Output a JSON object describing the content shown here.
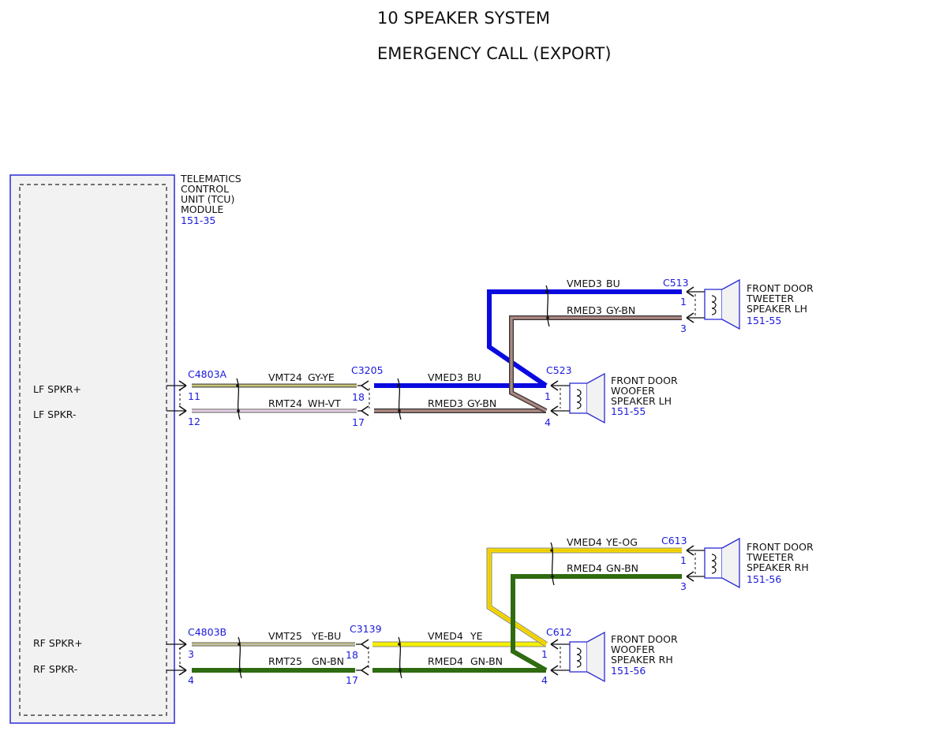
{
  "title": {
    "line1": "10 SPEAKER SYSTEM",
    "line2": "EMERGENCY CALL (EXPORT)"
  },
  "module": {
    "name_lines": [
      "TELEMATICS",
      "CONTROL",
      "UNIT (TCU)",
      "MODULE"
    ],
    "ref": "151-35",
    "pins": [
      "LF SPKR+",
      "LF SPKR-",
      "RF SPKR+",
      "RF SPKR-"
    ]
  },
  "colors": {
    "module_border": "#2b2bd6",
    "connector_label": "#1a1adc",
    "BU": "#0a0ae0",
    "GY-BN": "#8a6f6a",
    "GY-YE": "#a8a86a",
    "WH-VT": "#e8c8e8",
    "YE": "#f5f000",
    "YE-BU": "#e8e050",
    "YE-OG": "#f5e000",
    "GN-BN": "#2f6b10"
  },
  "lf": {
    "conn1": {
      "name": "C4803A",
      "pin_pos": "11",
      "pin_neg": "12"
    },
    "wire1_pos": {
      "circuit": "VMT24",
      "color": "GY-YE"
    },
    "wire1_neg": {
      "circuit": "RMT24",
      "color": "WH-VT"
    },
    "conn2": {
      "name": "C3205",
      "pin_pos": "18",
      "pin_neg": "17"
    },
    "wire2_pos": {
      "circuit": "VMED3",
      "color": "BU"
    },
    "wire2_neg": {
      "circuit": "RMED3",
      "color": "GY-BN"
    },
    "woofer_conn": {
      "name": "C523",
      "pin_pos": "1",
      "pin_neg": "4"
    },
    "woofer": {
      "lines": [
        "FRONT DOOR",
        "WOOFER",
        "SPEAKER LH"
      ],
      "ref": "151-55"
    },
    "tweeter_wire_pos": {
      "circuit": "VMED3",
      "color": "BU"
    },
    "tweeter_wire_neg": {
      "circuit": "RMED3",
      "color": "GY-BN"
    },
    "tweeter_conn": {
      "name": "C513",
      "pin_pos": "1",
      "pin_neg": "3"
    },
    "tweeter": {
      "lines": [
        "FRONT DOOR",
        "TWEETER",
        "SPEAKER LH"
      ],
      "ref": "151-55"
    }
  },
  "rf": {
    "conn1": {
      "name": "C4803B",
      "pin_pos": "3",
      "pin_neg": "4"
    },
    "wire1_pos": {
      "circuit": "VMT25",
      "color": "YE-BU"
    },
    "wire1_neg": {
      "circuit": "RMT25",
      "color": "GN-BN"
    },
    "conn2": {
      "name": "C3139",
      "pin_pos": "18",
      "pin_neg": "17"
    },
    "wire2_pos": {
      "circuit": "VMED4",
      "color": "YE"
    },
    "wire2_neg": {
      "circuit": "RMED4",
      "color": "GN-BN"
    },
    "woofer_conn": {
      "name": "C612",
      "pin_pos": "1",
      "pin_neg": "4"
    },
    "woofer": {
      "lines": [
        "FRONT DOOR",
        "WOOFER",
        "SPEAKER RH"
      ],
      "ref": "151-56"
    },
    "tweeter_wire_pos": {
      "circuit": "VMED4",
      "color": "YE-OG"
    },
    "tweeter_wire_neg": {
      "circuit": "RMED4",
      "color": "GN-BN"
    },
    "tweeter_conn": {
      "name": "C613",
      "pin_pos": "1",
      "pin_neg": "3"
    },
    "tweeter": {
      "lines": [
        "FRONT DOOR",
        "TWEETER",
        "SPEAKER RH"
      ],
      "ref": "151-56"
    }
  }
}
